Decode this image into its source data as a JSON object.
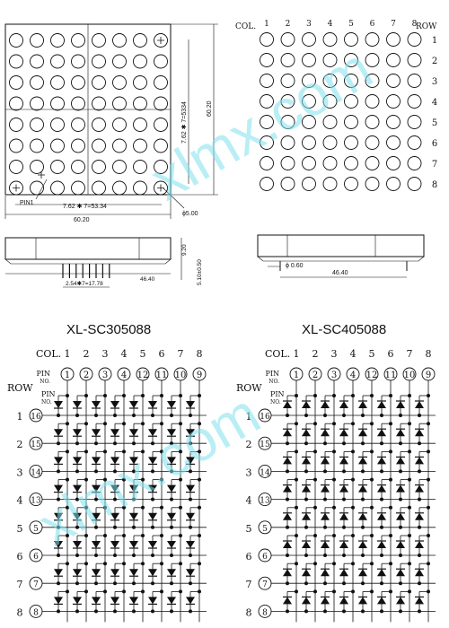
{
  "top_left": {
    "dim_pitch": "7.62 ✱ 7=53.34",
    "dim_pitch_v": "7.62 ✱ 7=5334",
    "dim_width": "60.20",
    "dim_height": "60.20",
    "dim_hole": "ϕ5.00",
    "pin1": "PIN1"
  },
  "top_left_side": {
    "dim_h1": "9.20",
    "dim_h2": "5.10±0.50",
    "dim_pins": "2.54✱7=17.78",
    "dim_len": "46.40"
  },
  "top_right": {
    "col_label": "COL.",
    "row_label": "ROW",
    "cols": [
      "1",
      "2",
      "3",
      "4",
      "5",
      "6",
      "7",
      "8"
    ],
    "rows": [
      "1",
      "2",
      "3",
      "4",
      "5",
      "6",
      "7",
      "8"
    ]
  },
  "top_right_side": {
    "dim_pin": "ϕ 0.60",
    "dim_len": "46.40"
  },
  "schematic_left": {
    "title": "XL-SC305088",
    "col_label": "COL.",
    "row_label": "ROW",
    "pin_label_1": "PIN",
    "pin_label_2": "NO.",
    "cols": [
      "1",
      "2",
      "3",
      "4",
      "5",
      "6",
      "7",
      "8"
    ],
    "col_pins": [
      "1",
      "2",
      "3",
      "4",
      "12",
      "11",
      "10",
      "9"
    ],
    "rows": [
      "1",
      "2",
      "3",
      "4",
      "5",
      "6",
      "7",
      "8"
    ],
    "row_pins": [
      "16",
      "15",
      "14",
      "13",
      "5",
      "6",
      "7",
      "8"
    ],
    "diode_direction": "down"
  },
  "schematic_right": {
    "title": "XL-SC405088",
    "col_label": "COL.",
    "row_label": "ROW",
    "pin_label_1": "PIN",
    "pin_label_2": "NO.",
    "cols": [
      "1",
      "2",
      "3",
      "4",
      "5",
      "6",
      "7",
      "8"
    ],
    "col_pins": [
      "1",
      "2",
      "3",
      "4",
      "12",
      "11",
      "10",
      "9"
    ],
    "rows": [
      "1",
      "2",
      "3",
      "4",
      "5",
      "6",
      "7",
      "8"
    ],
    "row_pins": [
      "16",
      "15",
      "14",
      "13",
      "5",
      "6",
      "7",
      "8"
    ],
    "diode_direction": "up"
  },
  "watermark": "xlmx.com",
  "colors": {
    "ink": "#111111",
    "watermark": "#7fe0ec"
  }
}
